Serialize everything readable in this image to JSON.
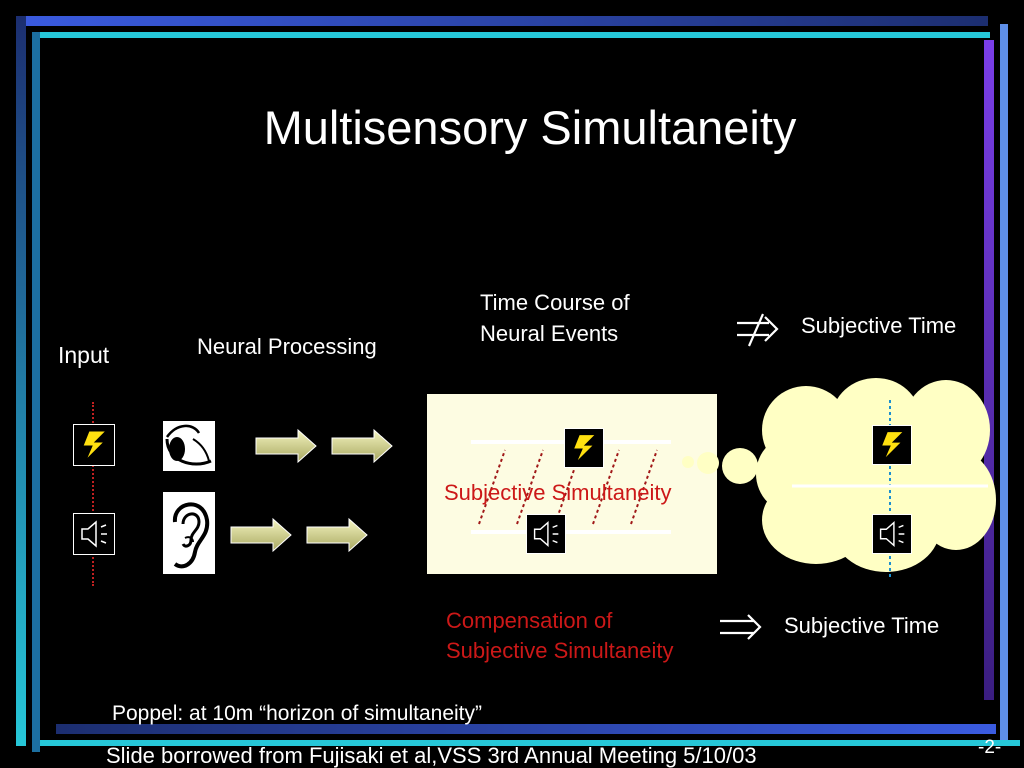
{
  "title": "Multisensory Simultaneity",
  "labels": {
    "input": "Input",
    "neural_processing": "Neural Processing",
    "time_course_line1": "Time Course of",
    "time_course_line2": "Neural Events",
    "subjective_time_top": "Subjective Time",
    "subjective_simultaneity": "Subjective Simultaneity",
    "compensation_line1": "Compensation of",
    "compensation_line2": "Subjective Simultaneity",
    "subjective_time_bottom": "Subjective Time"
  },
  "symbols": {
    "not_implies": "not-implies-symbol",
    "implies": "implies-symbol"
  },
  "footer": {
    "note": "Poppel: at 10m “horizon of simultaneity”",
    "credit": "Slide borrowed from Fujisaki et al,VSS 3rd Annual Meeting 5/10/03",
    "page": "-2-"
  },
  "colors": {
    "background": "#000000",
    "text": "#ffffff",
    "accent_red": "#cc1818",
    "panel": "#fdfce2",
    "cloud": "#ffffc4",
    "arrow": "#d8d890",
    "frame_cyan": "#26c7d8",
    "frame_blue": "#3a5be0",
    "frame_purple": "#7a3ee8"
  }
}
